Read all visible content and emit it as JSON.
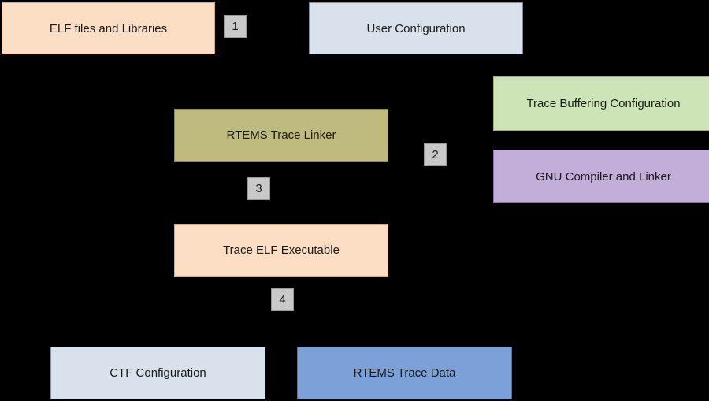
{
  "diagram": {
    "background_color": "#000000",
    "text_color": "#1a1a1a",
    "badge_fill_color": "#c9c9c9",
    "badge_border_color": "#9a9a9a",
    "nodes": {
      "elf": {
        "label": "ELF files and Libraries",
        "fill": "#fbdec4",
        "border": "#d9ab7c"
      },
      "user": {
        "label": "User Configuration",
        "fill": "#d9e2ec",
        "border": "#7e909f"
      },
      "tbc": {
        "label": "Trace Buffering Configuration",
        "fill": "#cde5b6",
        "border": "#93b578"
      },
      "linker": {
        "label": "RTEMS Trace Linker",
        "fill": "#bfbb7f",
        "border": "#8e8a52"
      },
      "gnu": {
        "label": "GNU Compiler and Linker",
        "fill": "#c3aeda",
        "border": "#8d74ad"
      },
      "texe": {
        "label": "Trace ELF Executable",
        "fill": "#fbdec4",
        "border": "#d9ab7c"
      },
      "ctf": {
        "label": "CTF Configuration",
        "fill": "#d9e2ec",
        "border": "#7e909f"
      },
      "rtd": {
        "label": "RTEMS Trace Data",
        "fill": "#7ca1d8",
        "border": "#54749e"
      }
    },
    "step_badges": {
      "b1": {
        "label": "1"
      },
      "b2": {
        "label": "2"
      },
      "b3": {
        "label": "3"
      },
      "b4": {
        "label": "4"
      }
    }
  }
}
